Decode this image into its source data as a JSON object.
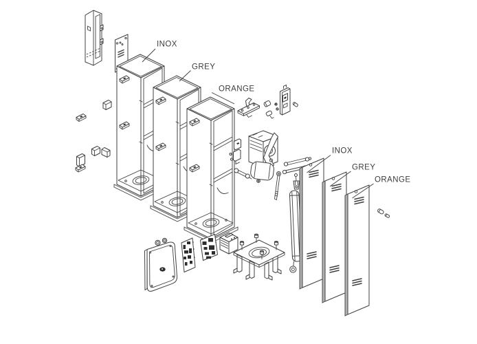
{
  "diagram": {
    "type": "exploded-parts-diagram",
    "labels": {
      "cabinet_variants": [
        "INOX",
        "GREY",
        "ORANGE"
      ],
      "door_variants": [
        "INOX",
        "GREY",
        "ORANGE"
      ]
    },
    "colors": {
      "line": "#3f3f3f",
      "edge_shade": "#b2b2b2",
      "component_dark": "#2e2e2e",
      "background": "#ffffff"
    }
  }
}
